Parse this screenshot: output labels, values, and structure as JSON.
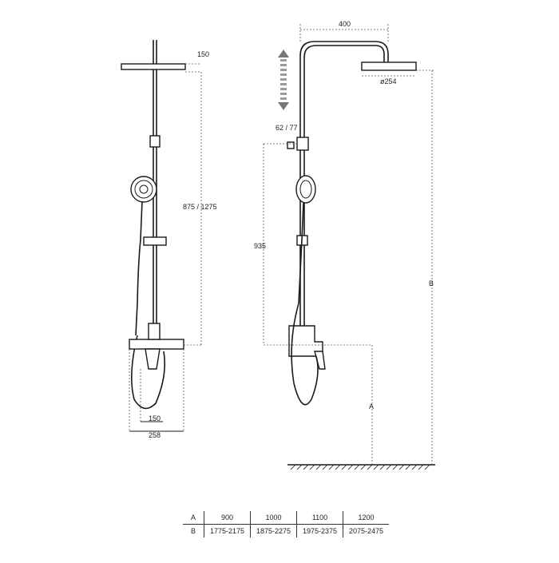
{
  "front_view": {
    "head_thickness": "150",
    "height_range": "875 / 1275",
    "mixer_depth": "150",
    "mixer_width": "258"
  },
  "side_view": {
    "arm_length": "400",
    "head_diameter": "ø254",
    "holder_offset": "62 / 77",
    "holder_height": "935",
    "label_a": "A",
    "label_b": "B"
  },
  "table": {
    "rows": [
      {
        "label": "A",
        "cells": [
          "900",
          "1000",
          "1100",
          "1200"
        ]
      },
      {
        "label": "B",
        "cells": [
          "1775-2175",
          "1875-2275",
          "1975-2375",
          "2075-2475"
        ]
      }
    ]
  }
}
